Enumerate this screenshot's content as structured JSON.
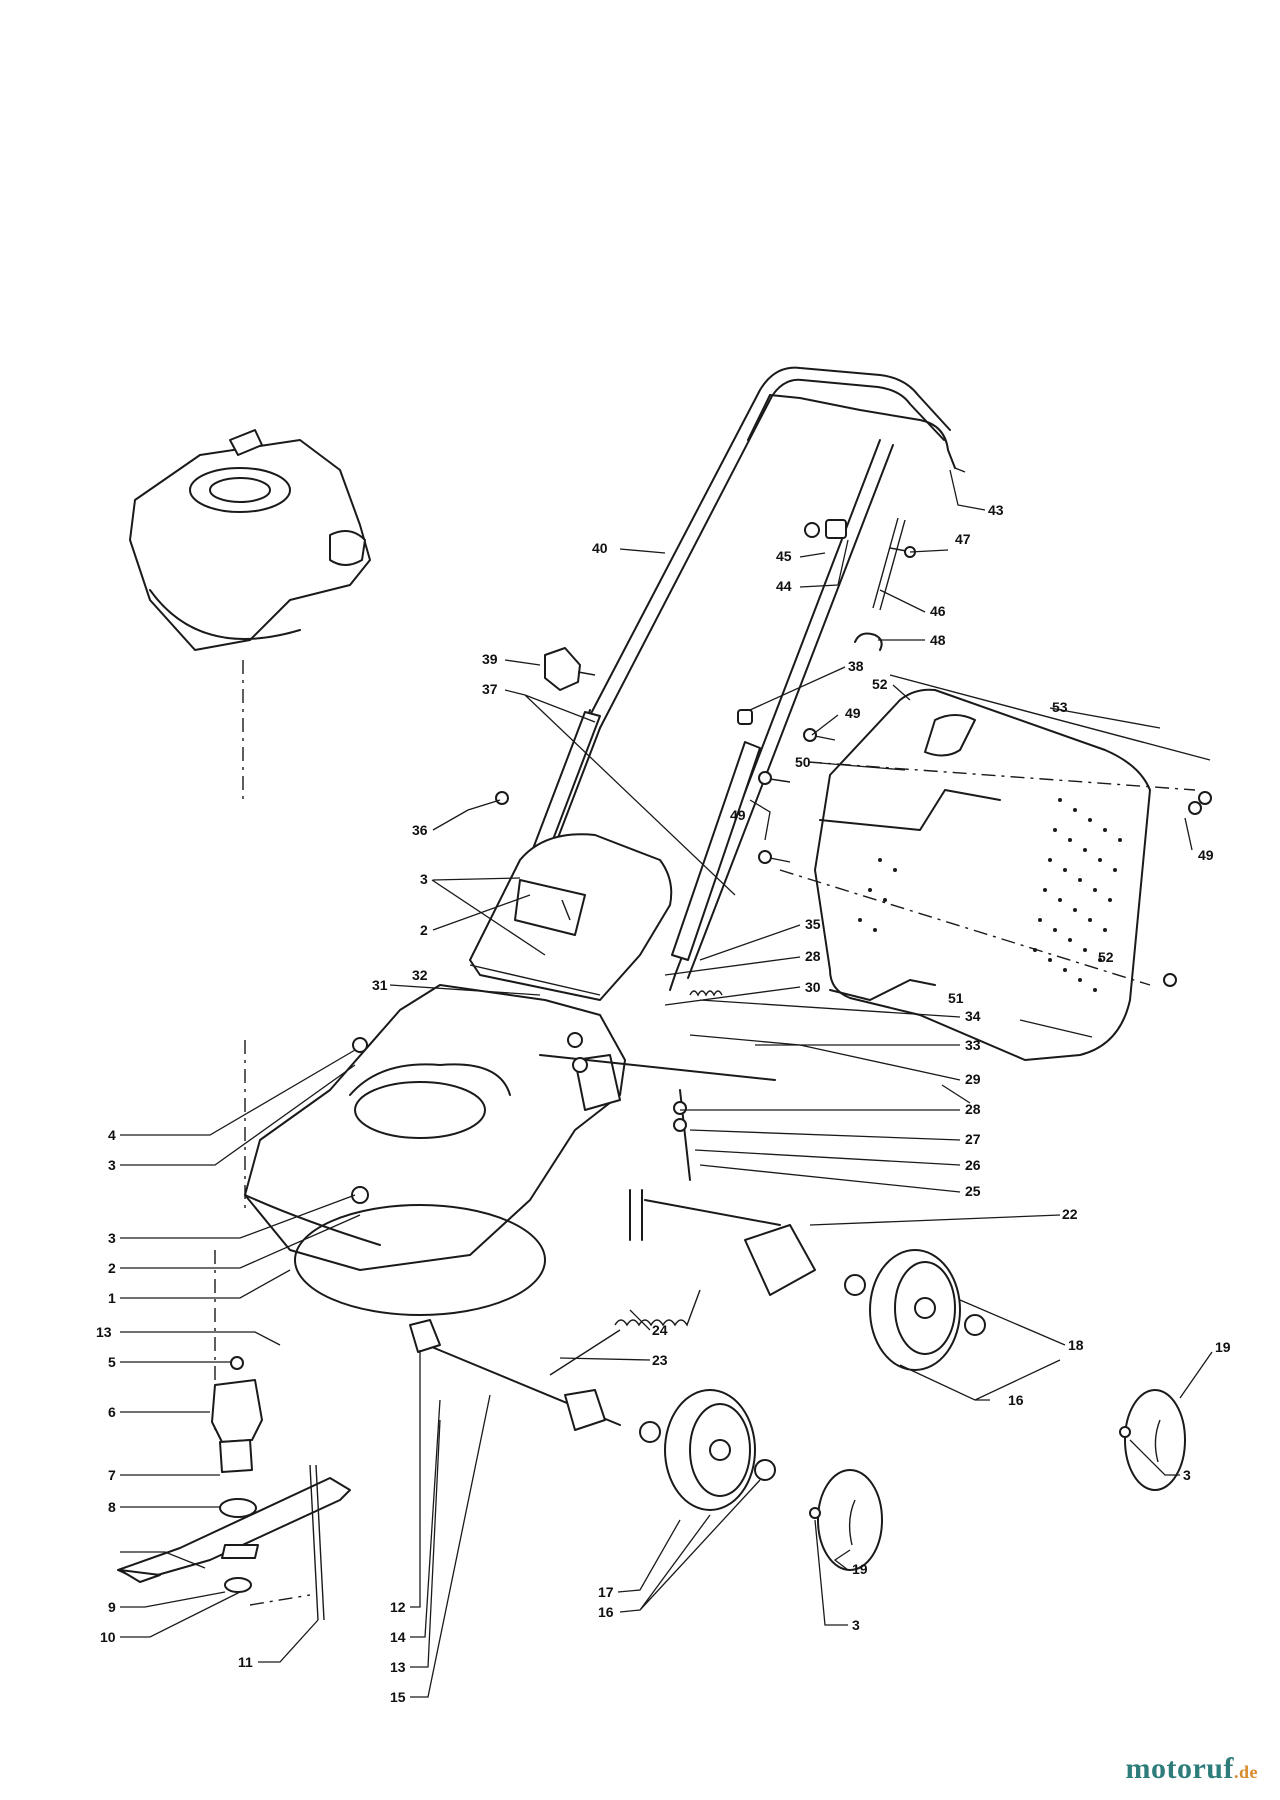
{
  "watermark": {
    "main": "motoruf",
    "tld": ".de",
    "color_main": "#2e7d7a",
    "color_tld": "#d98a2b"
  },
  "callouts": [
    {
      "id": "c40",
      "label": "40"
    },
    {
      "id": "c43",
      "label": "43"
    },
    {
      "id": "c45",
      "label": "45"
    },
    {
      "id": "c47",
      "label": "47"
    },
    {
      "id": "c44",
      "label": "44"
    },
    {
      "id": "c46",
      "label": "46"
    },
    {
      "id": "c48",
      "label": "48"
    },
    {
      "id": "c39",
      "label": "39"
    },
    {
      "id": "c38",
      "label": "38"
    },
    {
      "id": "c37",
      "label": "37"
    },
    {
      "id": "c52a",
      "label": "52"
    },
    {
      "id": "c53",
      "label": "53"
    },
    {
      "id": "c49a",
      "label": "49"
    },
    {
      "id": "c50",
      "label": "50"
    },
    {
      "id": "c49b",
      "label": "49"
    },
    {
      "id": "c49c",
      "label": "49"
    },
    {
      "id": "c36",
      "label": "36"
    },
    {
      "id": "c3a",
      "label": "3"
    },
    {
      "id": "c2a",
      "label": "2"
    },
    {
      "id": "c32",
      "label": "32"
    },
    {
      "id": "c35",
      "label": "35"
    },
    {
      "id": "c28a",
      "label": "28"
    },
    {
      "id": "c30",
      "label": "30"
    },
    {
      "id": "c31",
      "label": "31"
    },
    {
      "id": "c51",
      "label": "51"
    },
    {
      "id": "c52b",
      "label": "52"
    },
    {
      "id": "c34",
      "label": "34"
    },
    {
      "id": "c33",
      "label": "33"
    },
    {
      "id": "c29",
      "label": "29"
    },
    {
      "id": "c28b",
      "label": "28"
    },
    {
      "id": "c27",
      "label": "27"
    },
    {
      "id": "c26",
      "label": "26"
    },
    {
      "id": "c25",
      "label": "25"
    },
    {
      "id": "c4",
      "label": "4"
    },
    {
      "id": "c3b",
      "label": "3"
    },
    {
      "id": "c22",
      "label": "22"
    },
    {
      "id": "c3c",
      "label": "3"
    },
    {
      "id": "c2b",
      "label": "2"
    },
    {
      "id": "c1",
      "label": "1"
    },
    {
      "id": "c18",
      "label": "18"
    },
    {
      "id": "c19a",
      "label": "19"
    },
    {
      "id": "c13a",
      "label": "13"
    },
    {
      "id": "c24",
      "label": "24"
    },
    {
      "id": "c5",
      "label": "5"
    },
    {
      "id": "c23",
      "label": "23"
    },
    {
      "id": "c16a",
      "label": "16"
    },
    {
      "id": "c6",
      "label": "6"
    },
    {
      "id": "c3d",
      "label": "3"
    },
    {
      "id": "c7",
      "label": "7"
    },
    {
      "id": "c8",
      "label": "8"
    },
    {
      "id": "c19b",
      "label": "19"
    },
    {
      "id": "c17",
      "label": "17"
    },
    {
      "id": "c12",
      "label": "12"
    },
    {
      "id": "c16b",
      "label": "16"
    },
    {
      "id": "c9",
      "label": "9"
    },
    {
      "id": "c14",
      "label": "14"
    },
    {
      "id": "c3e",
      "label": "3"
    },
    {
      "id": "c10",
      "label": "10"
    },
    {
      "id": "c11",
      "label": "11"
    },
    {
      "id": "c13b",
      "label": "13"
    },
    {
      "id": "c15",
      "label": "15"
    }
  ]
}
